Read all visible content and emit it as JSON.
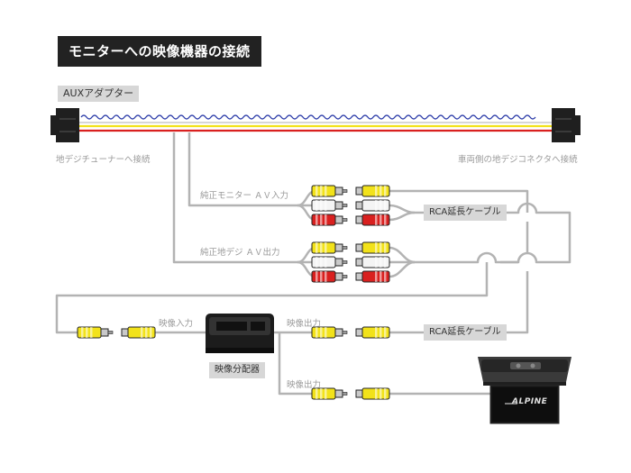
{
  "title": "モニターへの映像機器の接続",
  "labels": {
    "aux_adapter": "AUXアダプター",
    "to_digital_tuner": "地デジチューナーへ接続",
    "to_vehicle_connector": "車両側の地デジコネクタへ接続",
    "oem_monitor_av_in": "純正モニター ＡＶ入力",
    "oem_digital_av_out": "純正地デジ ＡＶ出力",
    "rca_cable_1": "RCA延長ケーブル",
    "rca_cable_2": "RCA延長ケーブル",
    "video_in": "映像入力",
    "video_out_1": "映像出力",
    "video_out_2": "映像出力",
    "splitter": "映像分配器",
    "brand": "ALPINE"
  },
  "colors": {
    "yellow": "#f2e21a",
    "white": "#f4f4f4",
    "red": "#d9201f",
    "blue_wire": "#2a3aa8",
    "gray_cable": "#b3b3b3"
  }
}
